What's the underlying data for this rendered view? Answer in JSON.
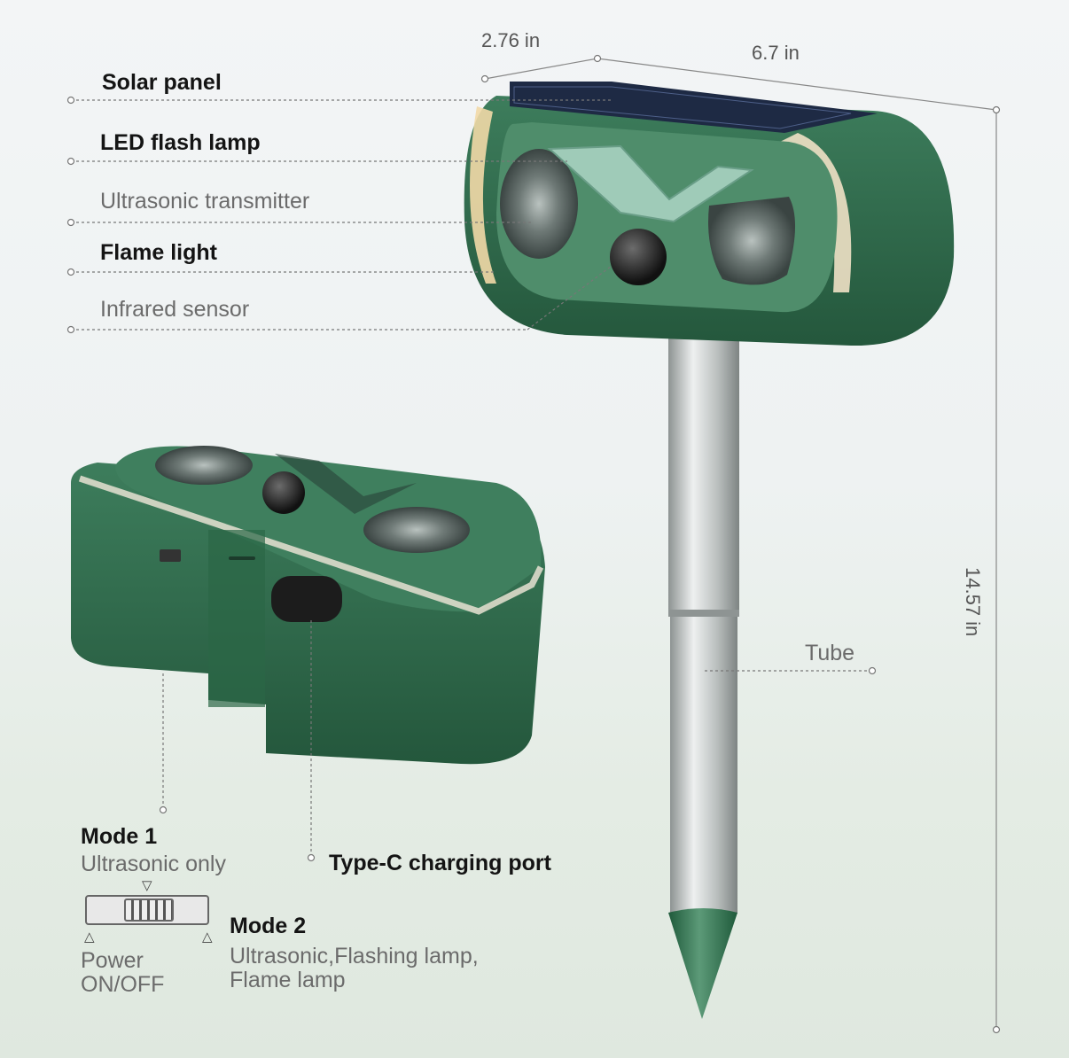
{
  "dimensions": {
    "depth": "2.76 in",
    "width": "6.7 in",
    "height": "14.57 in"
  },
  "callouts": {
    "solar_panel": "Solar panel",
    "led_flash_lamp": "LED flash lamp",
    "ultrasonic_transmitter": "Ultrasonic transmitter",
    "flame_light": "Flame light",
    "infrared_sensor": "Infrared sensor",
    "tube": "Tube",
    "type_c": "Type-C charging port"
  },
  "modes": {
    "mode1_title": "Mode 1",
    "mode1_desc": "Ultrasonic only",
    "mode2_title": "Mode 2",
    "mode2_desc_line1": "Ultrasonic,Flashing lamp,",
    "mode2_desc_line2": "Flame lamp",
    "power_line1": "Power",
    "power_line2": "ON/OFF"
  },
  "colors": {
    "body_green": "#2e6b4c",
    "dark_green": "#1f4f37",
    "tube_silver": "#b8bcbc"
  }
}
